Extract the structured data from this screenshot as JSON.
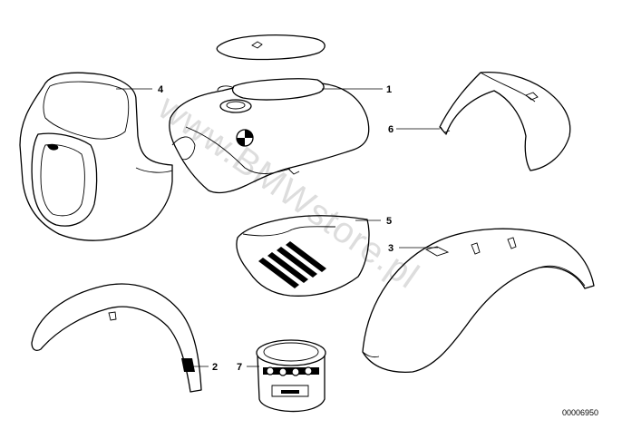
{
  "diagram": {
    "callouts": [
      {
        "id": "1",
        "label": "1"
      },
      {
        "id": "2",
        "label": "2"
      },
      {
        "id": "3",
        "label": "3"
      },
      {
        "id": "4",
        "label": "4"
      },
      {
        "id": "5",
        "label": "5"
      },
      {
        "id": "6",
        "label": "6"
      },
      {
        "id": "7",
        "label": "7"
      }
    ],
    "drawing_number": "00006950",
    "watermark": "www.BMWstore.pl"
  }
}
